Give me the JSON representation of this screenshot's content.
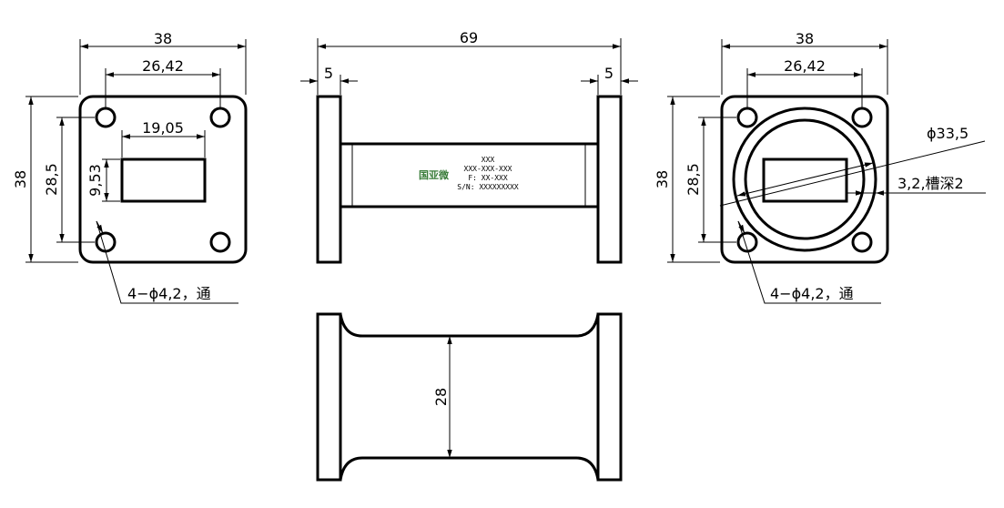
{
  "dimensions": {
    "front_left": {
      "flange_width": "38",
      "hole_spacing_h": "26,42",
      "aperture_width": "19,05",
      "flange_height": "38",
      "hole_spacing_v": "28,5",
      "aperture_height": "9,53",
      "holes_note": "4−ϕ4,2，通"
    },
    "side": {
      "overall_length": "69",
      "flange_thickness_left": "5",
      "flange_thickness_right": "5"
    },
    "front_right": {
      "flange_width": "38",
      "hole_spacing_h": "26,42",
      "flange_height": "38",
      "hole_spacing_v": "28,5",
      "groove_diameter": "ϕ33,5",
      "groove_note": "3,2,槽深2",
      "holes_note": "4−ϕ4,2，通"
    },
    "top": {
      "inner_width": "28"
    }
  },
  "nameplate": {
    "logo": "国亚微",
    "line1": "XXX",
    "line2": "XXX-XXX-XXX",
    "line3": "F: XX-XXX",
    "line4": "S/N: XXXXXXXXX"
  }
}
